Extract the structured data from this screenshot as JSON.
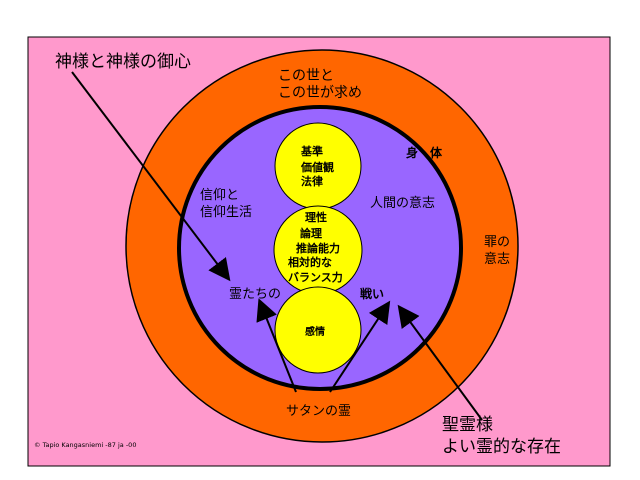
{
  "colors": {
    "background": "#ff99cc",
    "outer_ring": "#ff6600",
    "inner_circle": "#9966ff",
    "core_circles": "#ffff00",
    "ink": "#000000"
  },
  "labels": {
    "god_heart": "神様と神様の御心",
    "world_line1": "この世と",
    "world_line2": "この世が求め",
    "body": "身　体",
    "core_top": [
      "基準",
      "価値観",
      "法律"
    ],
    "faith_line1": "信仰と",
    "faith_line2": "信仰生活",
    "human_will": "人間の意志",
    "sin_line1": "罪の",
    "sin_line2": "意志",
    "core_middle": [
      "理性",
      "論理",
      "推論能力",
      "相対的な",
      "バランス力"
    ],
    "spirits": "霊たちの",
    "battle": "戦い",
    "core_bottom": "感情",
    "satan": "サタンの霊",
    "holy_line1": "聖霊様",
    "holy_line2": "よい霊的な存在",
    "copyright": "© Tapio Kangasniemi -87 ja -00"
  }
}
